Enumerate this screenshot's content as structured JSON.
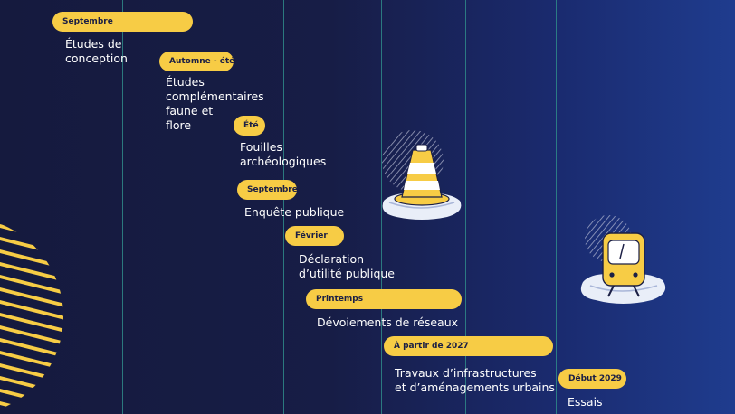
{
  "milestones": [
    {
      "date": "Septembre",
      "text_lines": [
        "Études de",
        "conception"
      ]
    },
    {
      "date": "Automne - été",
      "text_lines": [
        "Études",
        "complémentaires",
        "faune et",
        "flore"
      ]
    },
    {
      "date": "Été",
      "text_lines": [
        "Fouilles",
        "archéologiques"
      ]
    },
    {
      "date": "Septembre",
      "text_lines": [
        "Enquête publique"
      ]
    },
    {
      "date": "Février",
      "text_lines": [
        "Déclaration",
        "d’utilité publique"
      ]
    },
    {
      "date": "Printemps",
      "text_lines": [
        "Dévoiements de réseaux"
      ]
    },
    {
      "date": "À partir de 2027",
      "text_lines": [
        "Travaux d’infrastructures",
        "et d’aménagements urbains"
      ]
    },
    {
      "date": "Début 2029",
      "text_lines": [
        "Essais"
      ]
    }
  ],
  "decorations": {
    "cone_icon": "traffic-cone-icon",
    "tram_icon": "tram-icon",
    "stripes": "yellow-striped-circle"
  },
  "colors": {
    "pill": "#f7cc45",
    "text": "#ffffff",
    "gridline": "#2f8a88"
  }
}
